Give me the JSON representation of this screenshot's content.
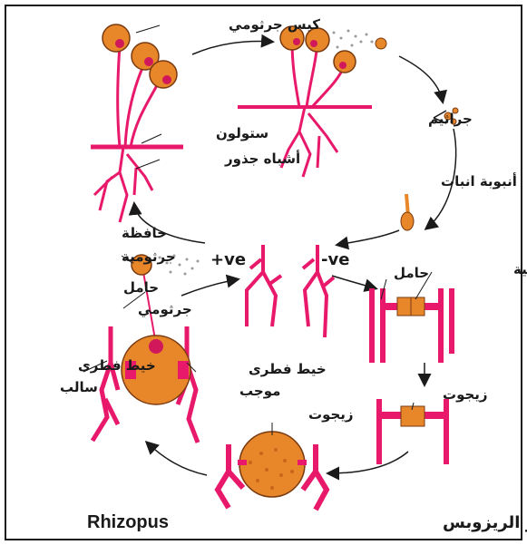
{
  "colors": {
    "hypha": "#e8196a",
    "sporangium": "#e8862a",
    "sporangium_dark": "#c9651a",
    "core": "#d0185a",
    "outline": "#7a3a10",
    "arrow": "#1a1a1a",
    "frame": "#1a1a1a"
  },
  "labels": {
    "sporangium_top": "كيس جرثومي",
    "stolon": "ستولون",
    "rhizoids": "أشباه جذور",
    "spores": "جراثيم",
    "germ_tube": "أنبوبة انبات",
    "plus_ve": "+ve",
    "minus_ve": "-ve",
    "sporangium_wall": "حافظة",
    "sporangium_wall_2": "جرثومية",
    "sporangiophore": "حامل",
    "sporangiophore_2": "جرثومي",
    "negative_hypha": "خيط فطرى",
    "negative_hypha_2": "سالب",
    "positive_hypha": "خيط فطرى",
    "positive_hypha_2": "موجب",
    "gametangium": "حافظة مشيجية",
    "suspensor": "حامل",
    "zygote_right": "زيجوت",
    "zygote_bottom": "زيجوت"
  },
  "caption": {
    "latin": "Rhizopus",
    "arabic": "دورة حياة فطر الريزوبس"
  }
}
